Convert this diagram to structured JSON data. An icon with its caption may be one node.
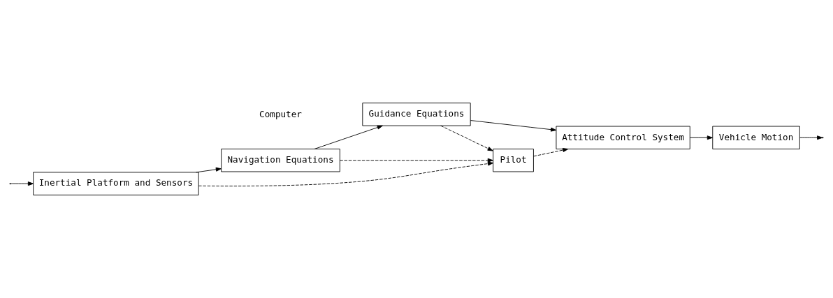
{
  "diagram": {
    "nodes": [
      {
        "text": [
          "Inertial Platform and Sensors"
        ]
      },
      {
        "text": [
          "Navigation Equations"
        ]
      },
      {
        "text": [
          "Guidance Equations"
        ]
      },
      {
        "text": [
          "Attitude Control System"
        ]
      },
      {
        "text": [
          "Vehicle Motion"
        ]
      },
      {
        "text": [
          "Pilot"
        ]
      }
    ],
    "edges": [
      {
        "from": 0,
        "to": 1,
        "arrow": "to"
      },
      {
        "from": 1,
        "to": 2,
        "arrow": "to"
      },
      {
        "from": 2,
        "to": 3,
        "arrow": "to"
      },
      {
        "from": 3,
        "to": 4,
        "arrow": "to"
      },
      {
        "from": 4,
        "to": null,
        "arrow": "to"
      },
      {
        "from": null,
        "to": 0,
        "arrow": "to"
      },
      {
        "from": 0,
        "to": 5,
        "arrow": "to",
        "style": "dashed"
      },
      {
        "from": 1,
        "to": 5,
        "arrow": "to",
        "style": "dashed"
      },
      {
        "from": 2,
        "to": 5,
        "arrow": "to",
        "style": "dashed"
      },
      {
        "from": 5,
        "to": 3,
        "arrow": "to",
        "style": "dashed"
      }
    ],
    "labels": [
      "Computer"
    ]
  }
}
